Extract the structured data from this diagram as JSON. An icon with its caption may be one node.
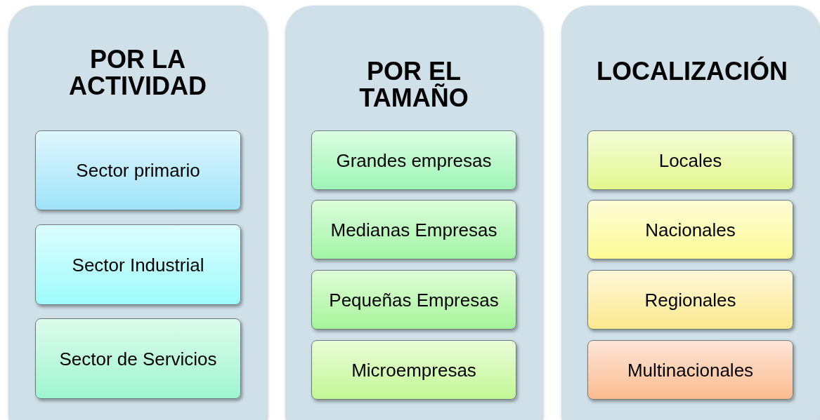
{
  "diagram": {
    "nodes": [
      {
        "text": [
          "POR LA ACTIVIDAD"
        ]
      },
      {
        "text": [
          "Sector primario"
        ],
        "in": 0
      },
      {
        "text": [
          "Sector Industrial"
        ],
        "in": 0
      },
      {
        "text": [
          "Sector de Servicios"
        ],
        "in": 0
      },
      {
        "text": [
          "POR EL TAMAÑO"
        ]
      },
      {
        "text": [
          "Grandes empresas"
        ],
        "in": 4
      },
      {
        "text": [
          "Medianas Empresas"
        ],
        "in": 4
      },
      {
        "text": [
          "Pequeñas Empresas"
        ],
        "in": 4
      },
      {
        "text": [
          "Microempresas"
        ],
        "in": 4
      },
      {
        "text": [
          "LOCALIZACIÓN"
        ]
      },
      {
        "text": [
          "Locales"
        ],
        "in": 9
      },
      {
        "text": [
          "Nacionales"
        ],
        "in": 9
      },
      {
        "text": [
          "Regionales"
        ],
        "in": 9
      },
      {
        "text": [
          "Multinacionales"
        ],
        "in": 9
      }
    ]
  }
}
